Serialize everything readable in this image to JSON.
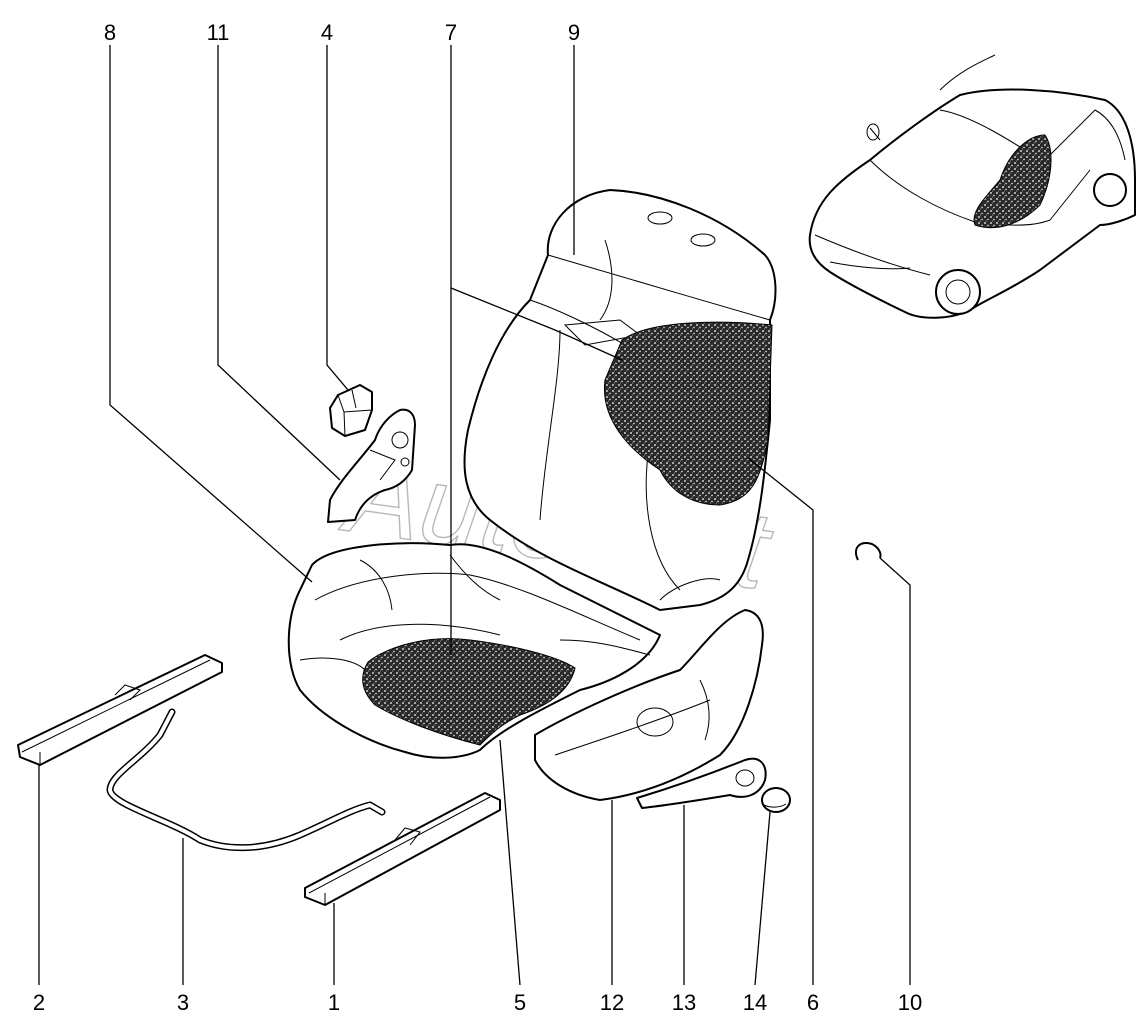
{
  "diagram": {
    "watermark": "AutoSoft",
    "callouts": [
      {
        "id": "1",
        "label": "1"
      },
      {
        "id": "2",
        "label": "2"
      },
      {
        "id": "3",
        "label": "3"
      },
      {
        "id": "4",
        "label": "4"
      },
      {
        "id": "5",
        "label": "5"
      },
      {
        "id": "6",
        "label": "6"
      },
      {
        "id": "7",
        "label": "7"
      },
      {
        "id": "8",
        "label": "8"
      },
      {
        "id": "9",
        "label": "9"
      },
      {
        "id": "10",
        "label": "10"
      },
      {
        "id": "11",
        "label": "11"
      },
      {
        "id": "12",
        "label": "12"
      },
      {
        "id": "13",
        "label": "13"
      },
      {
        "id": "14",
        "label": "14"
      }
    ]
  }
}
